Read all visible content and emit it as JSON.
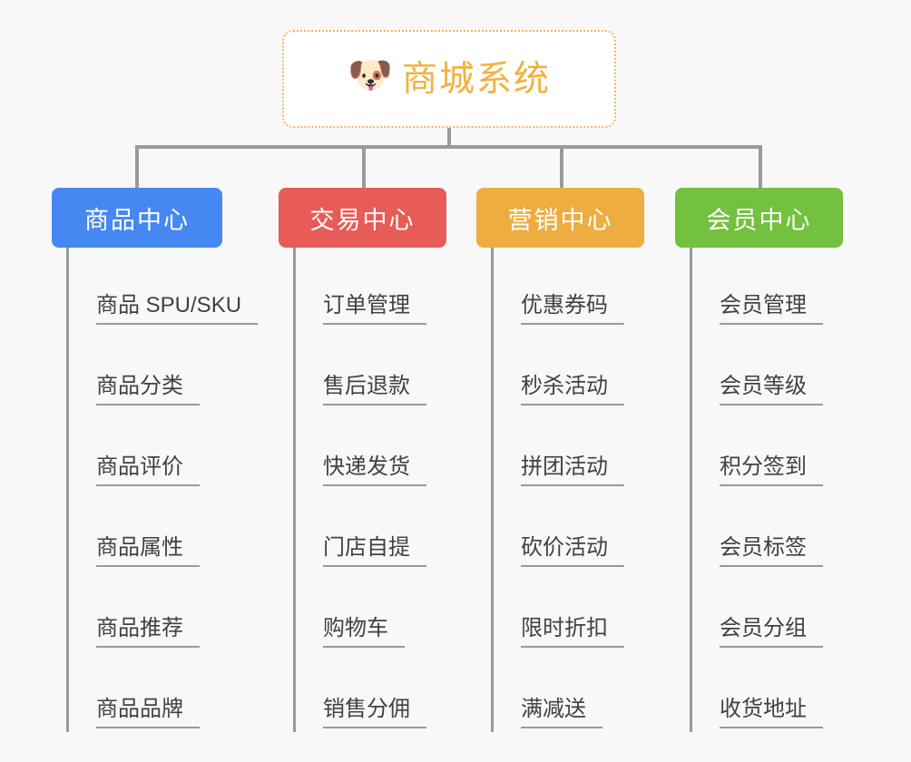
{
  "canvas": {
    "background_color": "#f8f8f8",
    "connector_color": "#9a9a9a"
  },
  "root": {
    "title": "商城系统",
    "icon": "shiba-dog-face-emoji",
    "icon_glyph": "🐶",
    "text_color": "#f2b13e",
    "border_color": "#eab958",
    "background_color": "#ffffff"
  },
  "columns": [
    {
      "id": "product-center",
      "header": "商品中心",
      "color": "#4688f1",
      "leaves": [
        "商品 SPU/SKU",
        "商品分类",
        "商品评价",
        "商品属性",
        "商品推荐",
        "商品品牌"
      ]
    },
    {
      "id": "trade-center",
      "header": "交易中心",
      "color": "#e85c57",
      "leaves": [
        "订单管理",
        "售后退款",
        "快递发货",
        "门店自提",
        "购物车",
        "销售分佣"
      ]
    },
    {
      "id": "marketing-center",
      "header": "营销中心",
      "color": "#eead41",
      "leaves": [
        "优惠券码",
        "秒杀活动",
        "拼团活动",
        "砍价活动",
        "限时折扣",
        "满减送"
      ]
    },
    {
      "id": "member-center",
      "header": "会员中心",
      "color": "#73c13e",
      "leaves": [
        "会员管理",
        "会员等级",
        "积分签到",
        "会员标签",
        "会员分组",
        "收货地址"
      ]
    }
  ]
}
